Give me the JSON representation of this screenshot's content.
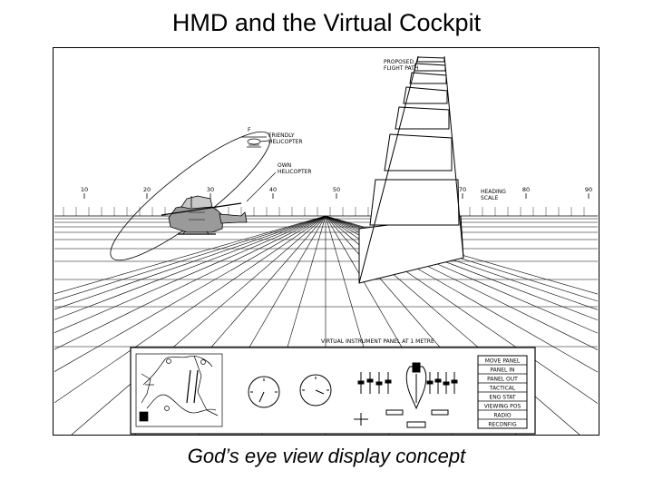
{
  "title": "HMD and the Virtual Cockpit",
  "caption": "God’s eye view display concept",
  "labels": {
    "flight_path": [
      "PROPOSED",
      "FLIGHT PATH"
    ],
    "friendly_marker": "F",
    "friendly": [
      "FRIENDLY",
      "HELICOPTER"
    ],
    "own": [
      "OWN",
      "HELICOPTER"
    ],
    "heading": [
      "HEADING",
      "SCALE"
    ],
    "panel": "VIRTUAL INSTRUMENT PANEL AT 1 METRE"
  },
  "heading_scale": [
    "10",
    "20",
    "30",
    "40",
    "50",
    "70",
    "80",
    "90"
  ],
  "menu": [
    "MOVE PANEL",
    "PANEL IN",
    "PANEL OUT",
    "TACTICAL",
    "ENG STAT",
    "VIEWING POS",
    "RADIO",
    "RECONFIG"
  ]
}
